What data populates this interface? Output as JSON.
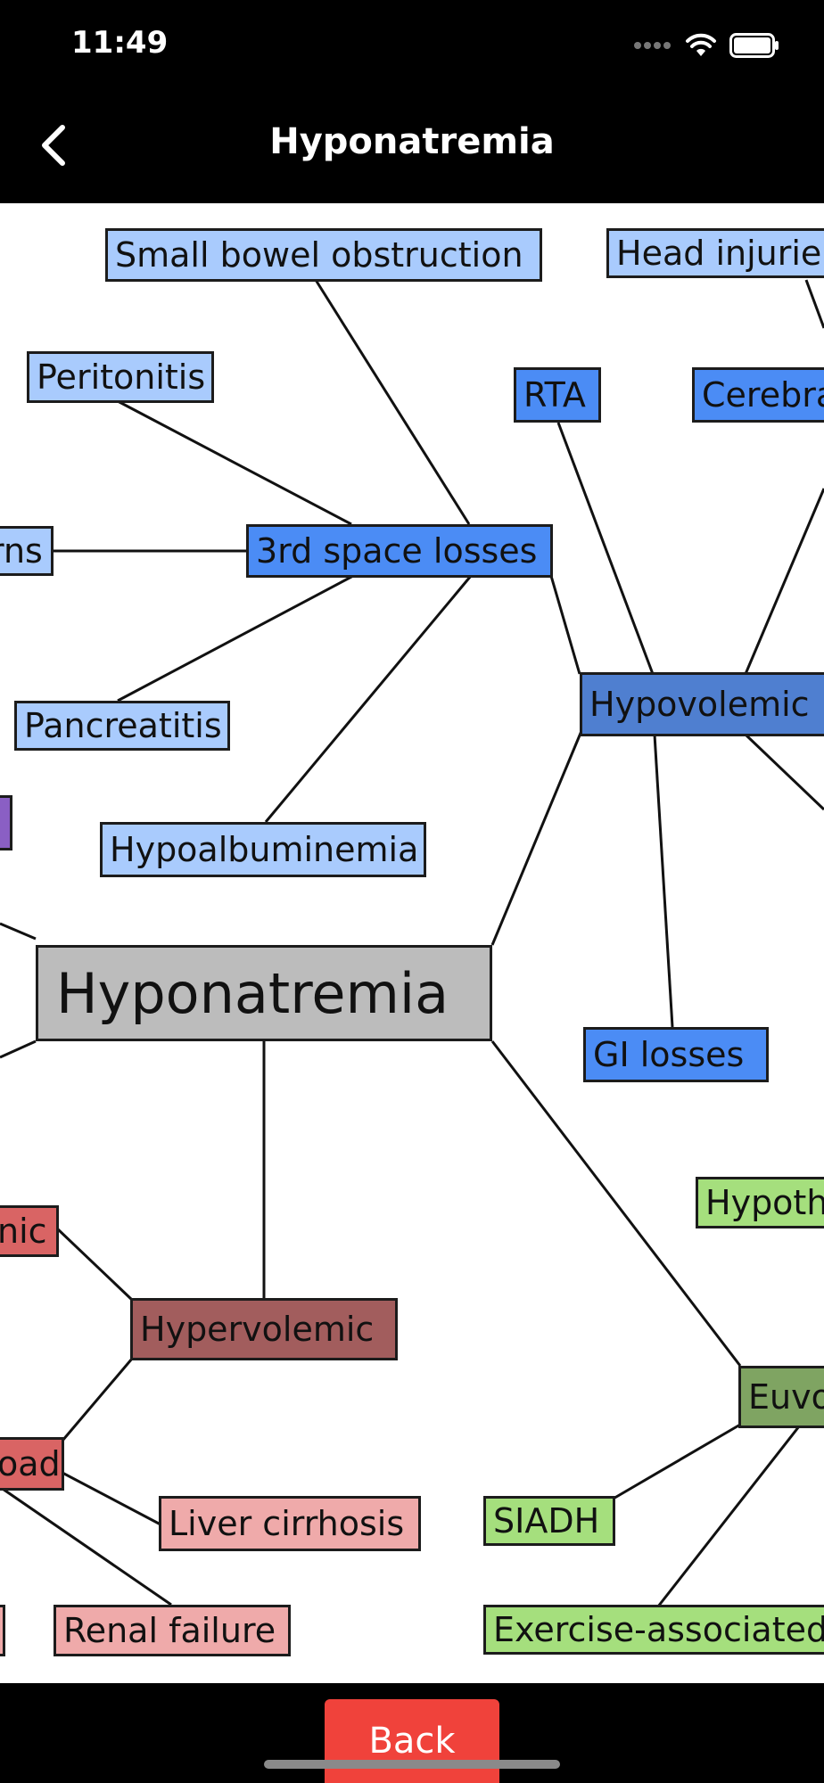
{
  "status": {
    "time": "11:49"
  },
  "nav": {
    "title": "Hyponatremia"
  },
  "nodes": {
    "root": "Hyponatremia",
    "hypovolemic": "Hypovolemic",
    "third_space": "3rd space losses",
    "small_bowel": "Small bowel obstruction",
    "peritonitis": "Peritonitis",
    "burns": "rns",
    "pancreatitis": "Pancreatitis",
    "hypoalbuminemia": "Hypoalbuminemia",
    "rta": "RTA",
    "head_injuries": "Head injurie",
    "cerebral": "Cerebra",
    "gi_losses": "GI losses",
    "hypervolemic": "Hypervolemic",
    "nic": "nic",
    "oad": "oad",
    "liver_cirrhosis": "Liver cirrhosis",
    "renal_failure": "Renal failure",
    "euvolemic": "Euvo",
    "hypoth": "Hypoth",
    "siadh": "SIADH",
    "exercise": "Exercise-associated"
  },
  "colors": {
    "root": "#bcbcbc",
    "hypovolemic": "#4f7fd0",
    "hypovolemic_child": "#4b8cf5",
    "third_space_child": "#a9cbfd",
    "hypervolemic": "#a25d5d",
    "hypervolemic_child": "#d96464",
    "hypervolemic_leaf": "#efaaaa",
    "euvolemic": "#7fa462",
    "euvolemic_child": "#a5df7d",
    "back_button": "#f0423b"
  },
  "bottom": {
    "back_label": "Back"
  },
  "icons": [
    "back-chevron-icon",
    "signal-icon",
    "wifi-icon",
    "battery-icon"
  ]
}
